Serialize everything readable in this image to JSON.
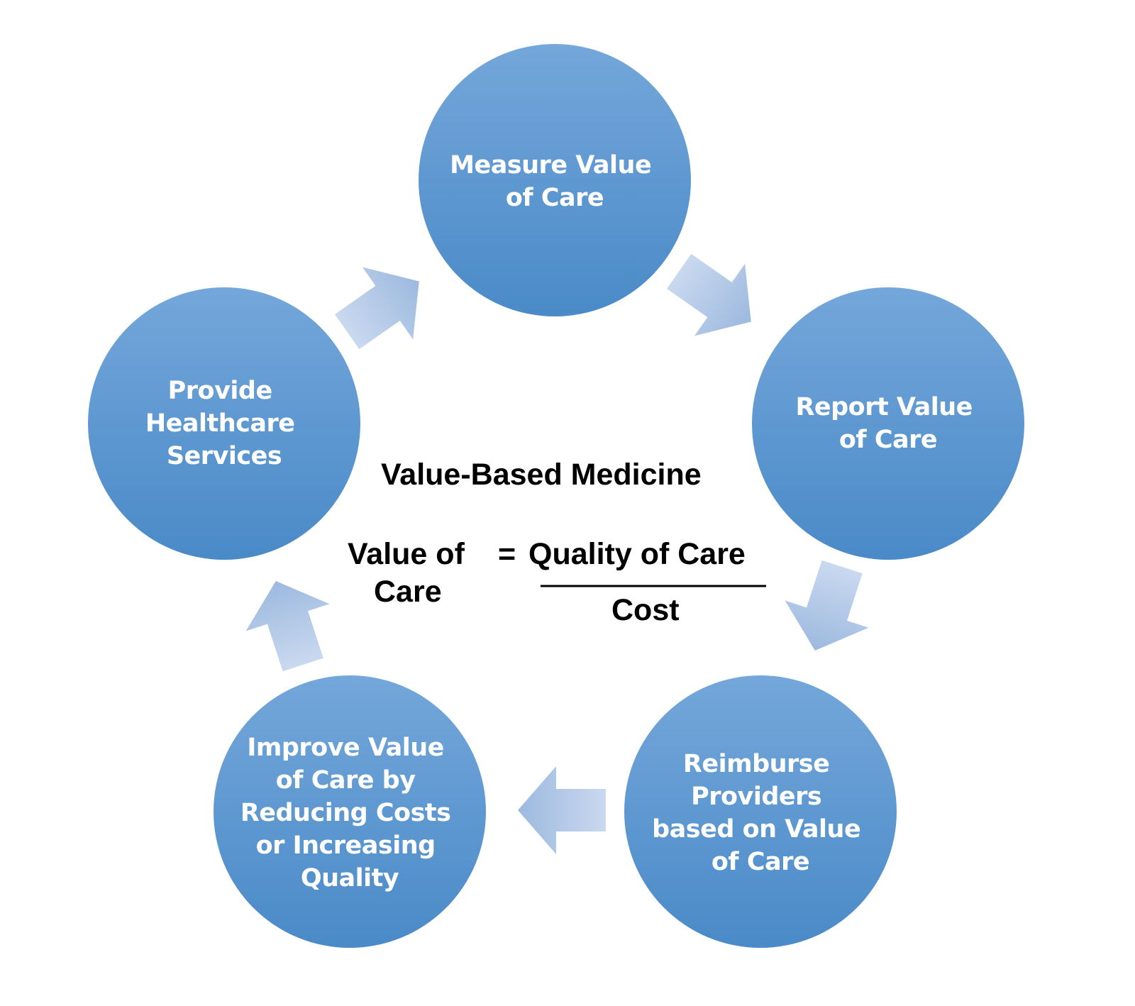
{
  "diagram": {
    "title": "Value-Based Medicine",
    "formula": {
      "lhs_lines": [
        "Value of",
        "Care"
      ],
      "equals": "=",
      "numerator": "Quality of Care",
      "denominator": "Cost"
    },
    "nodes": [
      {
        "id": "measure",
        "lines": [
          "Measure Value",
          "of Care"
        ]
      },
      {
        "id": "report",
        "lines": [
          "Report Value",
          "of Care"
        ]
      },
      {
        "id": "reimburse",
        "lines": [
          "Reimburse",
          "Providers",
          "based on Value",
          "of Care"
        ]
      },
      {
        "id": "improve",
        "lines": [
          "Improve Value",
          "of Care by",
          "Reducing Costs",
          "or Increasing",
          "Quality"
        ]
      },
      {
        "id": "provide",
        "lines": [
          "Provide",
          "Healthcare",
          "Services"
        ]
      }
    ],
    "cycle_order": [
      "measure",
      "report",
      "reimburse",
      "improve",
      "provide"
    ],
    "colors": {
      "circle_top": "#74a7da",
      "circle_bottom": "#4a8ac8",
      "arrow_light": "#c9d9ef",
      "arrow_dark": "#9db9df",
      "text": "#ffffff"
    }
  }
}
